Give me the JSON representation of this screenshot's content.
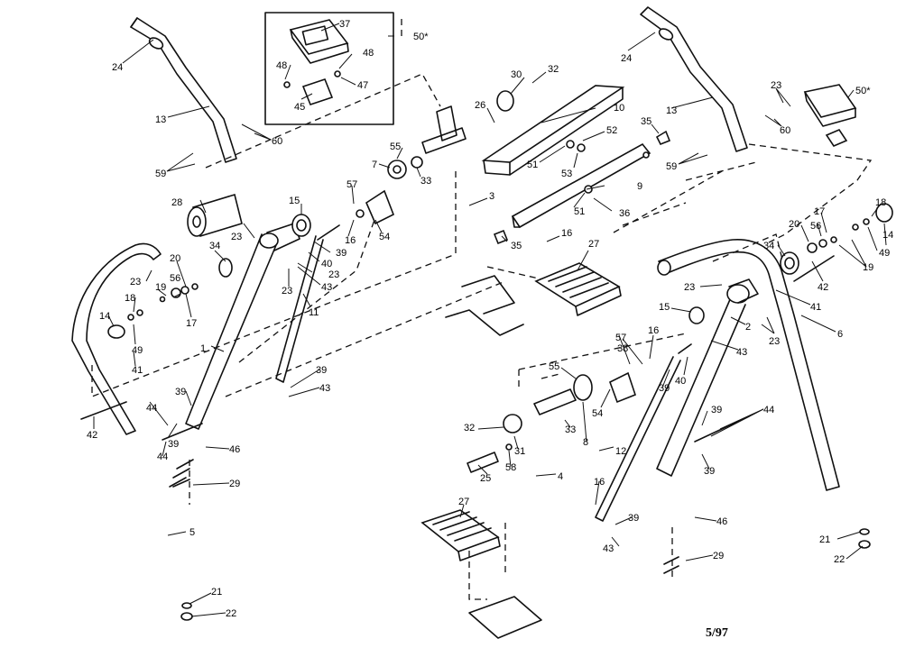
{
  "diagram": {
    "date_code": "5/97",
    "callouts": [
      {
        "id": "c-24a",
        "text": "24"
      },
      {
        "id": "c-13a",
        "text": "13"
      },
      {
        "id": "c-59a",
        "text": "59"
      },
      {
        "id": "c-60a",
        "text": "60"
      },
      {
        "id": "c-37",
        "text": "37"
      },
      {
        "id": "c-50a",
        "text": "50*"
      },
      {
        "id": "c-48a",
        "text": "48"
      },
      {
        "id": "c-48b",
        "text": "48"
      },
      {
        "id": "c-47",
        "text": "47"
      },
      {
        "id": "c-45",
        "text": "45"
      },
      {
        "id": "c-30",
        "text": "30"
      },
      {
        "id": "c-32a",
        "text": "32"
      },
      {
        "id": "c-26",
        "text": "26"
      },
      {
        "id": "c-10",
        "text": "10"
      },
      {
        "id": "c-55a",
        "text": "55"
      },
      {
        "id": "c-7",
        "text": "7"
      },
      {
        "id": "c-33a",
        "text": "33"
      },
      {
        "id": "c-35a",
        "text": "35"
      },
      {
        "id": "c-52",
        "text": "52"
      },
      {
        "id": "c-51a",
        "text": "51"
      },
      {
        "id": "c-53",
        "text": "53"
      },
      {
        "id": "c-9",
        "text": "9"
      },
      {
        "id": "c-51b",
        "text": "51"
      },
      {
        "id": "c-36a",
        "text": "36"
      },
      {
        "id": "c-3",
        "text": "3"
      },
      {
        "id": "c-35b",
        "text": "35"
      },
      {
        "id": "c-16a",
        "text": "16"
      },
      {
        "id": "c-27a",
        "text": "27"
      },
      {
        "id": "c-28",
        "text": "28"
      },
      {
        "id": "c-15a",
        "text": "15"
      },
      {
        "id": "c-57a",
        "text": "57"
      },
      {
        "id": "c-23a",
        "text": "23"
      },
      {
        "id": "c-16b",
        "text": "16"
      },
      {
        "id": "c-54a",
        "text": "54"
      },
      {
        "id": "c-39a",
        "text": "39"
      },
      {
        "id": "c-40a",
        "text": "40"
      },
      {
        "id": "c-23b",
        "text": "23"
      },
      {
        "id": "c-23c",
        "text": "23"
      },
      {
        "id": "c-43a",
        "text": "43"
      },
      {
        "id": "c-34a",
        "text": "34"
      },
      {
        "id": "c-20a",
        "text": "20"
      },
      {
        "id": "c-23d",
        "text": "23"
      },
      {
        "id": "c-56a",
        "text": "56"
      },
      {
        "id": "c-19a",
        "text": "19"
      },
      {
        "id": "c-18a",
        "text": "18"
      },
      {
        "id": "c-17a",
        "text": "17"
      },
      {
        "id": "c-14a",
        "text": "14"
      },
      {
        "id": "c-49a",
        "text": "49"
      },
      {
        "id": "c-11",
        "text": "11"
      },
      {
        "id": "c-1",
        "text": "1"
      },
      {
        "id": "c-41a",
        "text": "41"
      },
      {
        "id": "c-39b",
        "text": "39"
      },
      {
        "id": "c-43b",
        "text": "43"
      },
      {
        "id": "c-42a",
        "text": "42"
      },
      {
        "id": "c-39c",
        "text": "39"
      },
      {
        "id": "c-44a",
        "text": "44"
      },
      {
        "id": "c-39d",
        "text": "39"
      },
      {
        "id": "c-44b",
        "text": "44"
      },
      {
        "id": "c-46a",
        "text": "46"
      },
      {
        "id": "c-29a",
        "text": "29"
      },
      {
        "id": "c-5",
        "text": "5"
      },
      {
        "id": "c-21a",
        "text": "21"
      },
      {
        "id": "c-22a",
        "text": "22"
      },
      {
        "id": "c-24b",
        "text": "24"
      },
      {
        "id": "c-13b",
        "text": "13"
      },
      {
        "id": "c-59b",
        "text": "59"
      },
      {
        "id": "c-60b",
        "text": "60"
      },
      {
        "id": "c-23e",
        "text": "23"
      },
      {
        "id": "c-50b",
        "text": "50*"
      },
      {
        "id": "c-18b",
        "text": "18"
      },
      {
        "id": "c-20b",
        "text": "20"
      },
      {
        "id": "c-56b",
        "text": "56"
      },
      {
        "id": "c-17b",
        "text": "17"
      },
      {
        "id": "c-14b",
        "text": "14"
      },
      {
        "id": "c-34b",
        "text": "34"
      },
      {
        "id": "c-49b",
        "text": "49"
      },
      {
        "id": "c-19b",
        "text": "19"
      },
      {
        "id": "c-42b",
        "text": "42"
      },
      {
        "id": "c-23f",
        "text": "23"
      },
      {
        "id": "c-41b",
        "text": "41"
      },
      {
        "id": "c-15b",
        "text": "15"
      },
      {
        "id": "c-2",
        "text": "2"
      },
      {
        "id": "c-23g",
        "text": "23"
      },
      {
        "id": "c-6",
        "text": "6"
      },
      {
        "id": "c-43c",
        "text": "43"
      },
      {
        "id": "c-16c",
        "text": "16"
      },
      {
        "id": "c-38",
        "text": "38"
      },
      {
        "id": "c-57b",
        "text": "57"
      },
      {
        "id": "c-55b",
        "text": "55"
      },
      {
        "id": "c-54b",
        "text": "54"
      },
      {
        "id": "c-39e",
        "text": "39"
      },
      {
        "id": "c-40b",
        "text": "40"
      },
      {
        "id": "c-32b",
        "text": "32"
      },
      {
        "id": "c-33b",
        "text": "33"
      },
      {
        "id": "c-8",
        "text": "8"
      },
      {
        "id": "c-31",
        "text": "31"
      },
      {
        "id": "c-58",
        "text": "58"
      },
      {
        "id": "c-25",
        "text": "25"
      },
      {
        "id": "c-4",
        "text": "4"
      },
      {
        "id": "c-12",
        "text": "12"
      },
      {
        "id": "c-39f",
        "text": "39"
      },
      {
        "id": "c-44c",
        "text": "44"
      },
      {
        "id": "c-39g",
        "text": "39"
      },
      {
        "id": "c-16d",
        "text": "16"
      },
      {
        "id": "c-39h",
        "text": "39"
      },
      {
        "id": "c-43d",
        "text": "43"
      },
      {
        "id": "c-46b",
        "text": "46"
      },
      {
        "id": "c-29b",
        "text": "29"
      },
      {
        "id": "c-27b",
        "text": "27"
      },
      {
        "id": "c-21b",
        "text": "21"
      },
      {
        "id": "c-22b",
        "text": "22"
      }
    ]
  }
}
